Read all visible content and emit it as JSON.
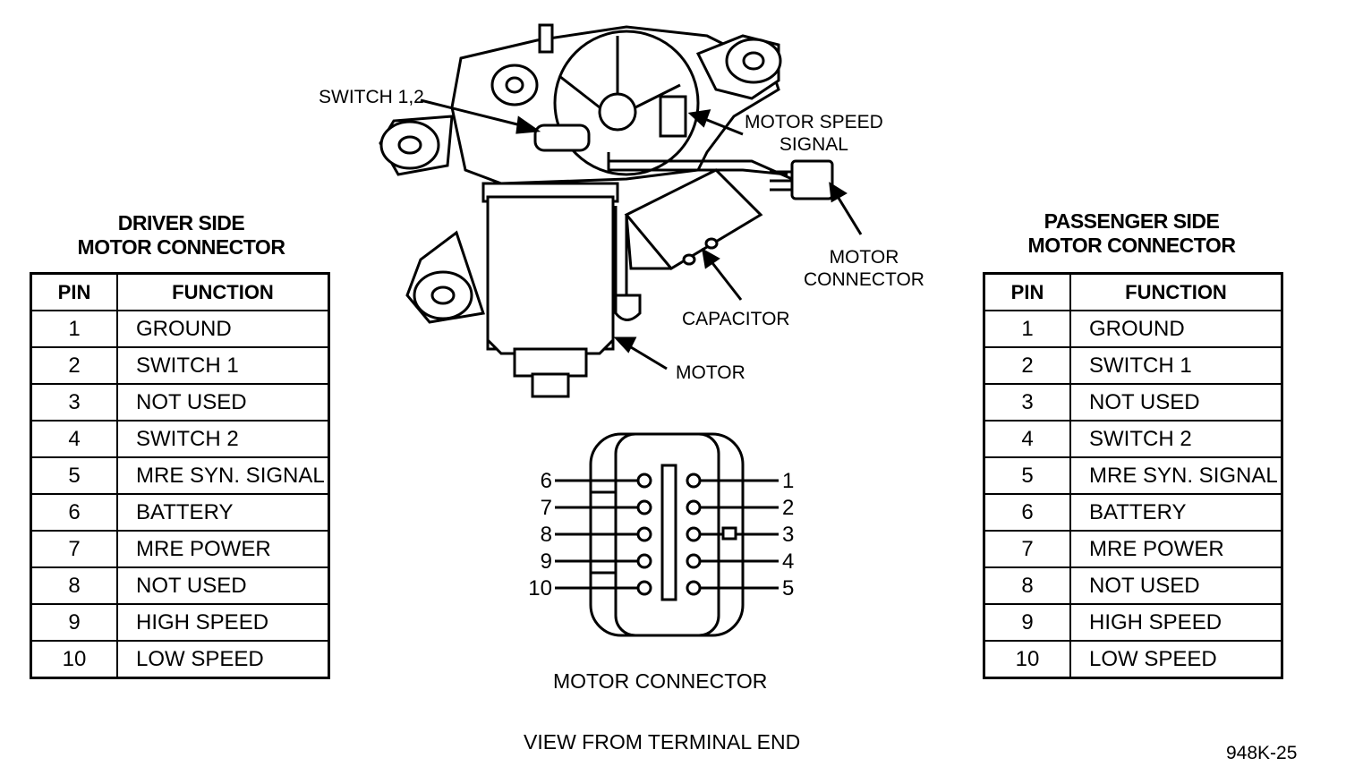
{
  "left_table": {
    "heading_line1": "DRIVER SIDE",
    "heading_line2": "MOTOR CONNECTOR",
    "col_pin": "PIN",
    "col_function": "FUNCTION",
    "rows": [
      {
        "pin": "1",
        "function": "GROUND"
      },
      {
        "pin": "2",
        "function": "SWITCH 1"
      },
      {
        "pin": "3",
        "function": "NOT USED"
      },
      {
        "pin": "4",
        "function": "SWITCH 2"
      },
      {
        "pin": "5",
        "function": "MRE SYN. SIGNAL"
      },
      {
        "pin": "6",
        "function": "BATTERY"
      },
      {
        "pin": "7",
        "function": "MRE POWER"
      },
      {
        "pin": "8",
        "function": "NOT USED"
      },
      {
        "pin": "9",
        "function": "HIGH SPEED"
      },
      {
        "pin": "10",
        "function": "LOW SPEED"
      }
    ]
  },
  "right_table": {
    "heading_line1": "PASSENGER SIDE",
    "heading_line2": "MOTOR CONNECTOR",
    "col_pin": "PIN",
    "col_function": "FUNCTION",
    "rows": [
      {
        "pin": "1",
        "function": "GROUND"
      },
      {
        "pin": "2",
        "function": "SWITCH 1"
      },
      {
        "pin": "3",
        "function": "NOT USED"
      },
      {
        "pin": "4",
        "function": "SWITCH 2"
      },
      {
        "pin": "5",
        "function": "MRE SYN. SIGNAL"
      },
      {
        "pin": "6",
        "function": "BATTERY"
      },
      {
        "pin": "7",
        "function": "MRE POWER"
      },
      {
        "pin": "8",
        "function": "NOT USED"
      },
      {
        "pin": "9",
        "function": "HIGH SPEED"
      },
      {
        "pin": "10",
        "function": "LOW SPEED"
      }
    ]
  },
  "motor_labels": {
    "switch": "SWITCH 1,2",
    "speed_line1": "MOTOR SPEED",
    "speed_line2": "SIGNAL",
    "connector_line1": "MOTOR",
    "connector_line2": "CONNECTOR",
    "capacitor": "CAPACITOR",
    "motor": "MOTOR"
  },
  "connector_view": {
    "left_pins": [
      "6",
      "7",
      "8",
      "9",
      "10"
    ],
    "right_pins": [
      "1",
      "2",
      "3",
      "4",
      "5"
    ],
    "caption": "MOTOR CONNECTOR",
    "subcaption": "VIEW FROM TERMINAL END"
  },
  "figure_id": "948K-25"
}
